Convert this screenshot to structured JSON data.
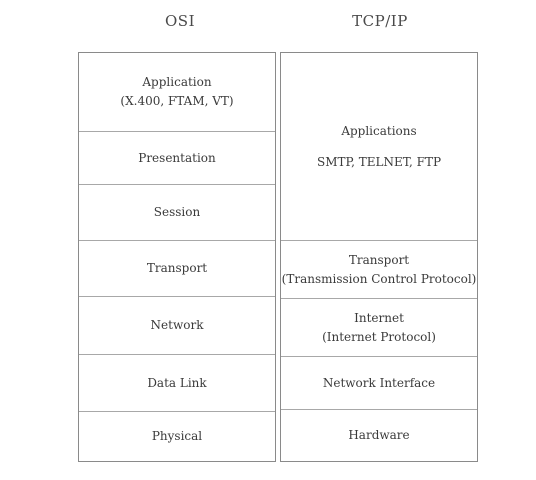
{
  "headings": {
    "osi": "OSI",
    "tcpip": "TCP/IP"
  },
  "osi_layers": [
    {
      "line1": "Application",
      "line2": "(X.400, FTAM, VT)"
    },
    {
      "line1": "Presentation",
      "line2": ""
    },
    {
      "line1": "Session",
      "line2": ""
    },
    {
      "line1": "Transport",
      "line2": ""
    },
    {
      "line1": "Network",
      "line2": ""
    },
    {
      "line1": "Data Link",
      "line2": ""
    },
    {
      "line1": "Physical",
      "line2": ""
    }
  ],
  "tcpip_layers": [
    {
      "line1": "Applications",
      "line2": "SMTP, TELNET, FTP"
    },
    {
      "line1": "Transport",
      "line2": "(Transmission Control Protocol)"
    },
    {
      "line1": "Internet",
      "line2": "(Internet Protocol)"
    },
    {
      "line1": "Network Interface",
      "line2": ""
    },
    {
      "line1": "Hardware",
      "line2": ""
    }
  ]
}
